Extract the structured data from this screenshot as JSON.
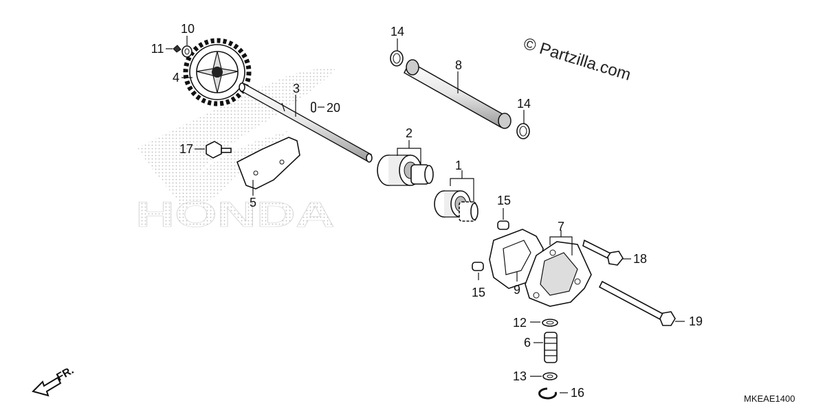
{
  "watermark": {
    "copyright": "© Partzilla.com",
    "brand": "HONDA"
  },
  "diagram_code": "MKEAE1400",
  "front_indicator": "FR.",
  "callouts": [
    {
      "id": "1",
      "label": "1"
    },
    {
      "id": "2",
      "label": "2"
    },
    {
      "id": "3",
      "label": "3"
    },
    {
      "id": "4",
      "label": "4"
    },
    {
      "id": "5",
      "label": "5"
    },
    {
      "id": "6",
      "label": "6"
    },
    {
      "id": "7",
      "label": "7"
    },
    {
      "id": "8",
      "label": "8"
    },
    {
      "id": "9",
      "label": "9"
    },
    {
      "id": "10",
      "label": "10"
    },
    {
      "id": "11",
      "label": "11"
    },
    {
      "id": "12",
      "label": "12"
    },
    {
      "id": "13",
      "label": "13"
    },
    {
      "id": "14a",
      "label": "14"
    },
    {
      "id": "14b",
      "label": "14"
    },
    {
      "id": "15a",
      "label": "15"
    },
    {
      "id": "15b",
      "label": "15"
    },
    {
      "id": "16",
      "label": "16"
    },
    {
      "id": "17",
      "label": "17"
    },
    {
      "id": "18",
      "label": "18"
    },
    {
      "id": "19",
      "label": "19"
    },
    {
      "id": "20",
      "label": "20"
    }
  ]
}
